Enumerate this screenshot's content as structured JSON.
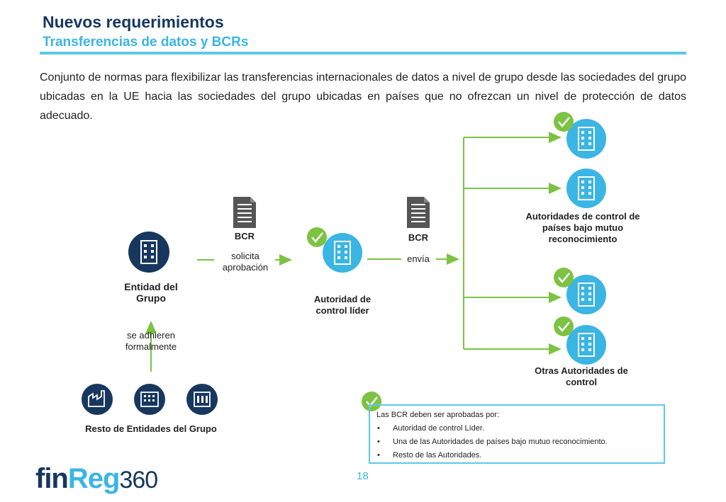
{
  "header": {
    "title": "Nuevos requerimientos",
    "subtitle": "Transferencias de datos y BCRs"
  },
  "intro": "Conjunto de normas para flexibilizar las transferencias internacionales de datos a nivel de grupo desde las sociedades del grupo ubicadas en la UE hacia las sociedades del grupo ubicadas en países que no ofrezcan un nivel de protección de datos adecuado.",
  "diagram": {
    "entity_group": "Entidad del Grupo",
    "adhere_label": "se adhieren formalmente",
    "rest_entities": "Resto de Entidades del Grupo",
    "doc1_label": "BCR",
    "request_label": "solicita aprobación",
    "lead_authority": "Autoridad de control líder",
    "doc2_label": "BCR",
    "send_label": "envía",
    "mutual_authorities": "Autoridades de control de países bajo mutuo reconocimiento",
    "other_authorities": "Otras Autoridades de control"
  },
  "note": {
    "heading": "Las BCR deben ser aprobadas por:",
    "items": [
      "Autoridad de control Líder.",
      "Una de las Autoridades de países bajo mutuo reconocimiento.",
      "Resto de las Autoridades."
    ]
  },
  "footer": {
    "page_number": "18",
    "logo_part1": "fin",
    "logo_part2": "Reg",
    "logo_part3": "360"
  },
  "colors": {
    "navy": "#17375e",
    "cyan": "#3bb5e3",
    "green": "#7dc242"
  }
}
